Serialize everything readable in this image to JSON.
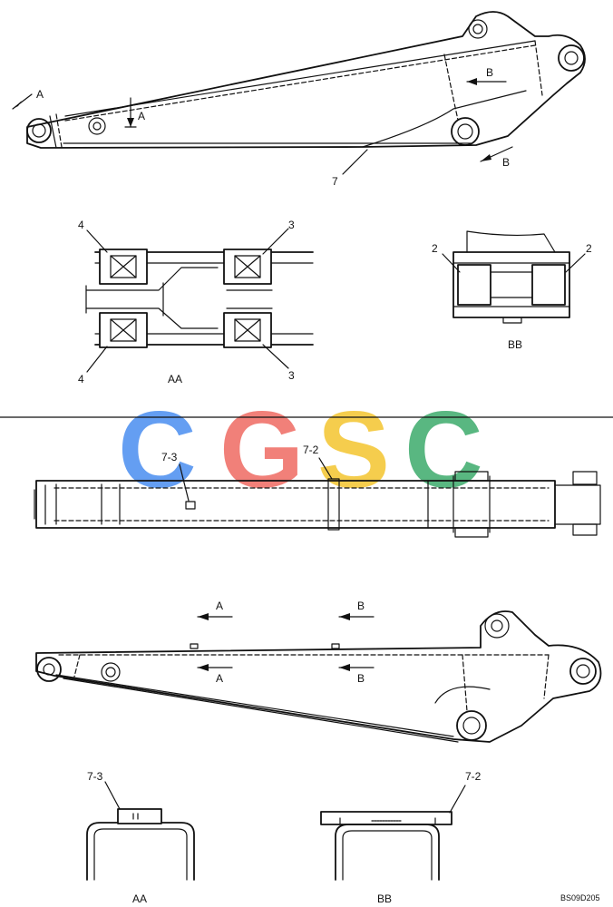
{
  "labels": {
    "sec_a": "A",
    "sec_b": "B",
    "part_7": "7",
    "part_4": "4",
    "part_3": "3",
    "part_2": "2",
    "part_7_3": "7-3",
    "part_7_2": "7-2",
    "view_aa": "AA",
    "view_bb": "BB",
    "drawing_code": "BS09D205"
  },
  "watermark": {
    "letters": [
      "C",
      "G",
      "S",
      "C"
    ],
    "colors": [
      "#4a8ef0",
      "#ef6b62",
      "#f4c52e",
      "#3dab6c"
    ]
  }
}
